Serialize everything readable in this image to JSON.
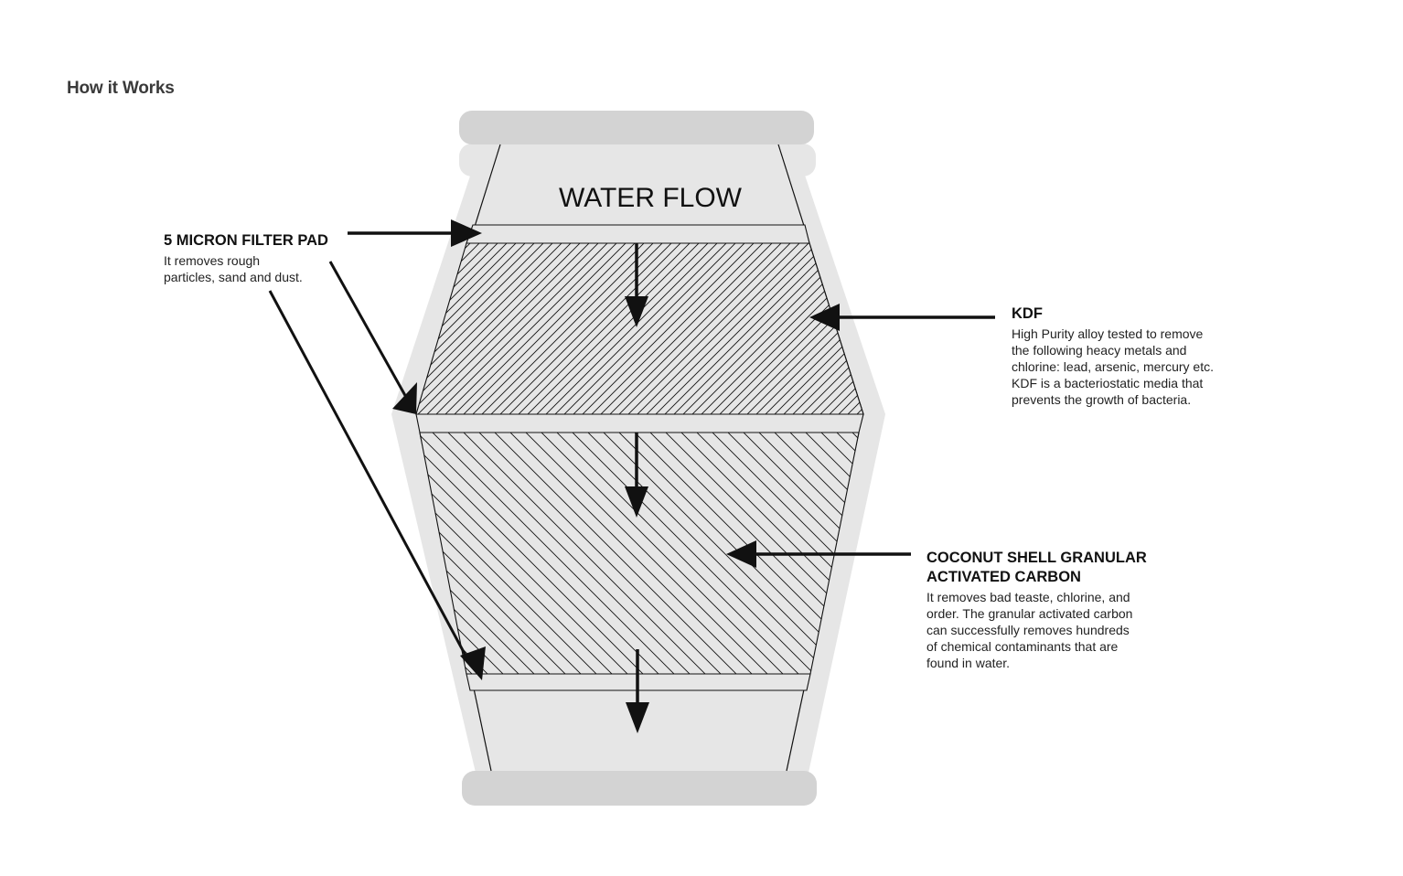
{
  "page": {
    "title": "How it Works"
  },
  "diagram": {
    "flow_label": "WATER FLOW",
    "layers": [
      {
        "id": "micron",
        "title": "5 MICRON FILTER PAD",
        "description_lines": [
          "It removes rough",
          "particles, sand and dust."
        ]
      },
      {
        "id": "kdf",
        "title": "KDF",
        "description_lines": [
          "High Purity alloy tested to remove",
          "the following heacy metals and",
          "chlorine: lead, arsenic, mercury etc.",
          "KDF is a bacteriostatic  media that",
          "prevents the growth of bacteria."
        ]
      },
      {
        "id": "coconut",
        "title": "COCONUT SHELL GRANULAR\nACTIVATED CARBON",
        "description_lines": [
          "It removes bad teaste, chlorine, and",
          "order. The granular activated carbon",
          "can successfully removes hundreds",
          "of chemical contaminants that are",
          "found in water."
        ]
      }
    ],
    "colors": {
      "housing": "#e6e6e6",
      "cap": "#d3d3d3",
      "line": "#111111",
      "text": "#111111",
      "title_text": "#3a3a3a"
    }
  }
}
